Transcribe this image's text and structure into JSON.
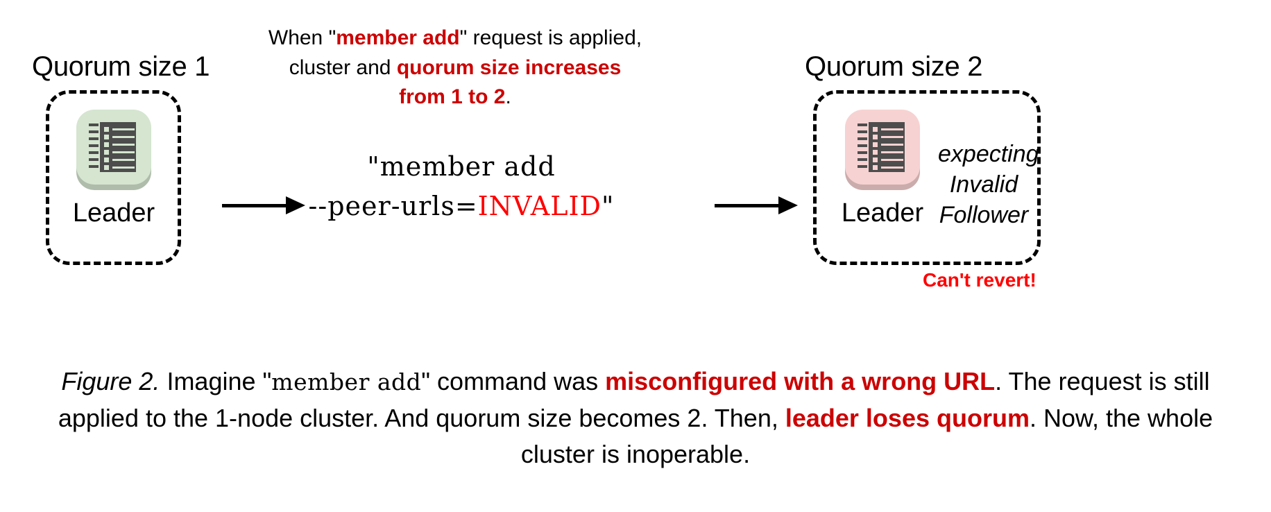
{
  "figure": {
    "clusters": [
      {
        "id": "left",
        "title": "Quorum size 1",
        "node_label": "Leader",
        "icon_name": "notebook-icon",
        "icon_color": "#d5e5d0"
      },
      {
        "id": "right",
        "title": "Quorum size 2",
        "node_label": "Leader",
        "icon_name": "notebook-icon",
        "icon_color": "#f7d2d2"
      }
    ],
    "top_annotation": {
      "line1_pre": "When \"",
      "line1_highlight": "member add",
      "line1_post": "\" request is applied,",
      "line2_pre": "cluster and ",
      "line2_highlight": "quorum size increases",
      "line3_highlight": "from 1 to 2",
      "line3_post": "."
    },
    "command": {
      "line1": "\"member add",
      "line2_pre": "--peer-urls=",
      "line2_invalid": "INVALID",
      "line2_post": "\""
    },
    "right_status": {
      "line1": "expecting",
      "line2": "Invalid",
      "line3": "Follower",
      "warning": "Can't revert!"
    },
    "arrows": [
      {
        "name": "arrow-apply-request"
      },
      {
        "name": "arrow-result"
      }
    ],
    "caption": {
      "label": "Figure 2.",
      "seg1": " Imagine \"",
      "mono1": "member add",
      "seg2": "\" command was ",
      "highlight1": "misconfigured with a wrong URL",
      "seg3": ". The request is still applied to the 1-node cluster. And quorum size becomes 2. Then, ",
      "highlight2": "leader loses quorum",
      "seg4": ". Now, the whole cluster is inoperable."
    },
    "colors": {
      "dark_red": "#cc0000",
      "bright_red": "#ff0000",
      "icon_body": "#4d4d4d",
      "green_plate": "#d5e5d0",
      "pink_plate": "#f7d2d2",
      "background": "#ffffff"
    }
  }
}
